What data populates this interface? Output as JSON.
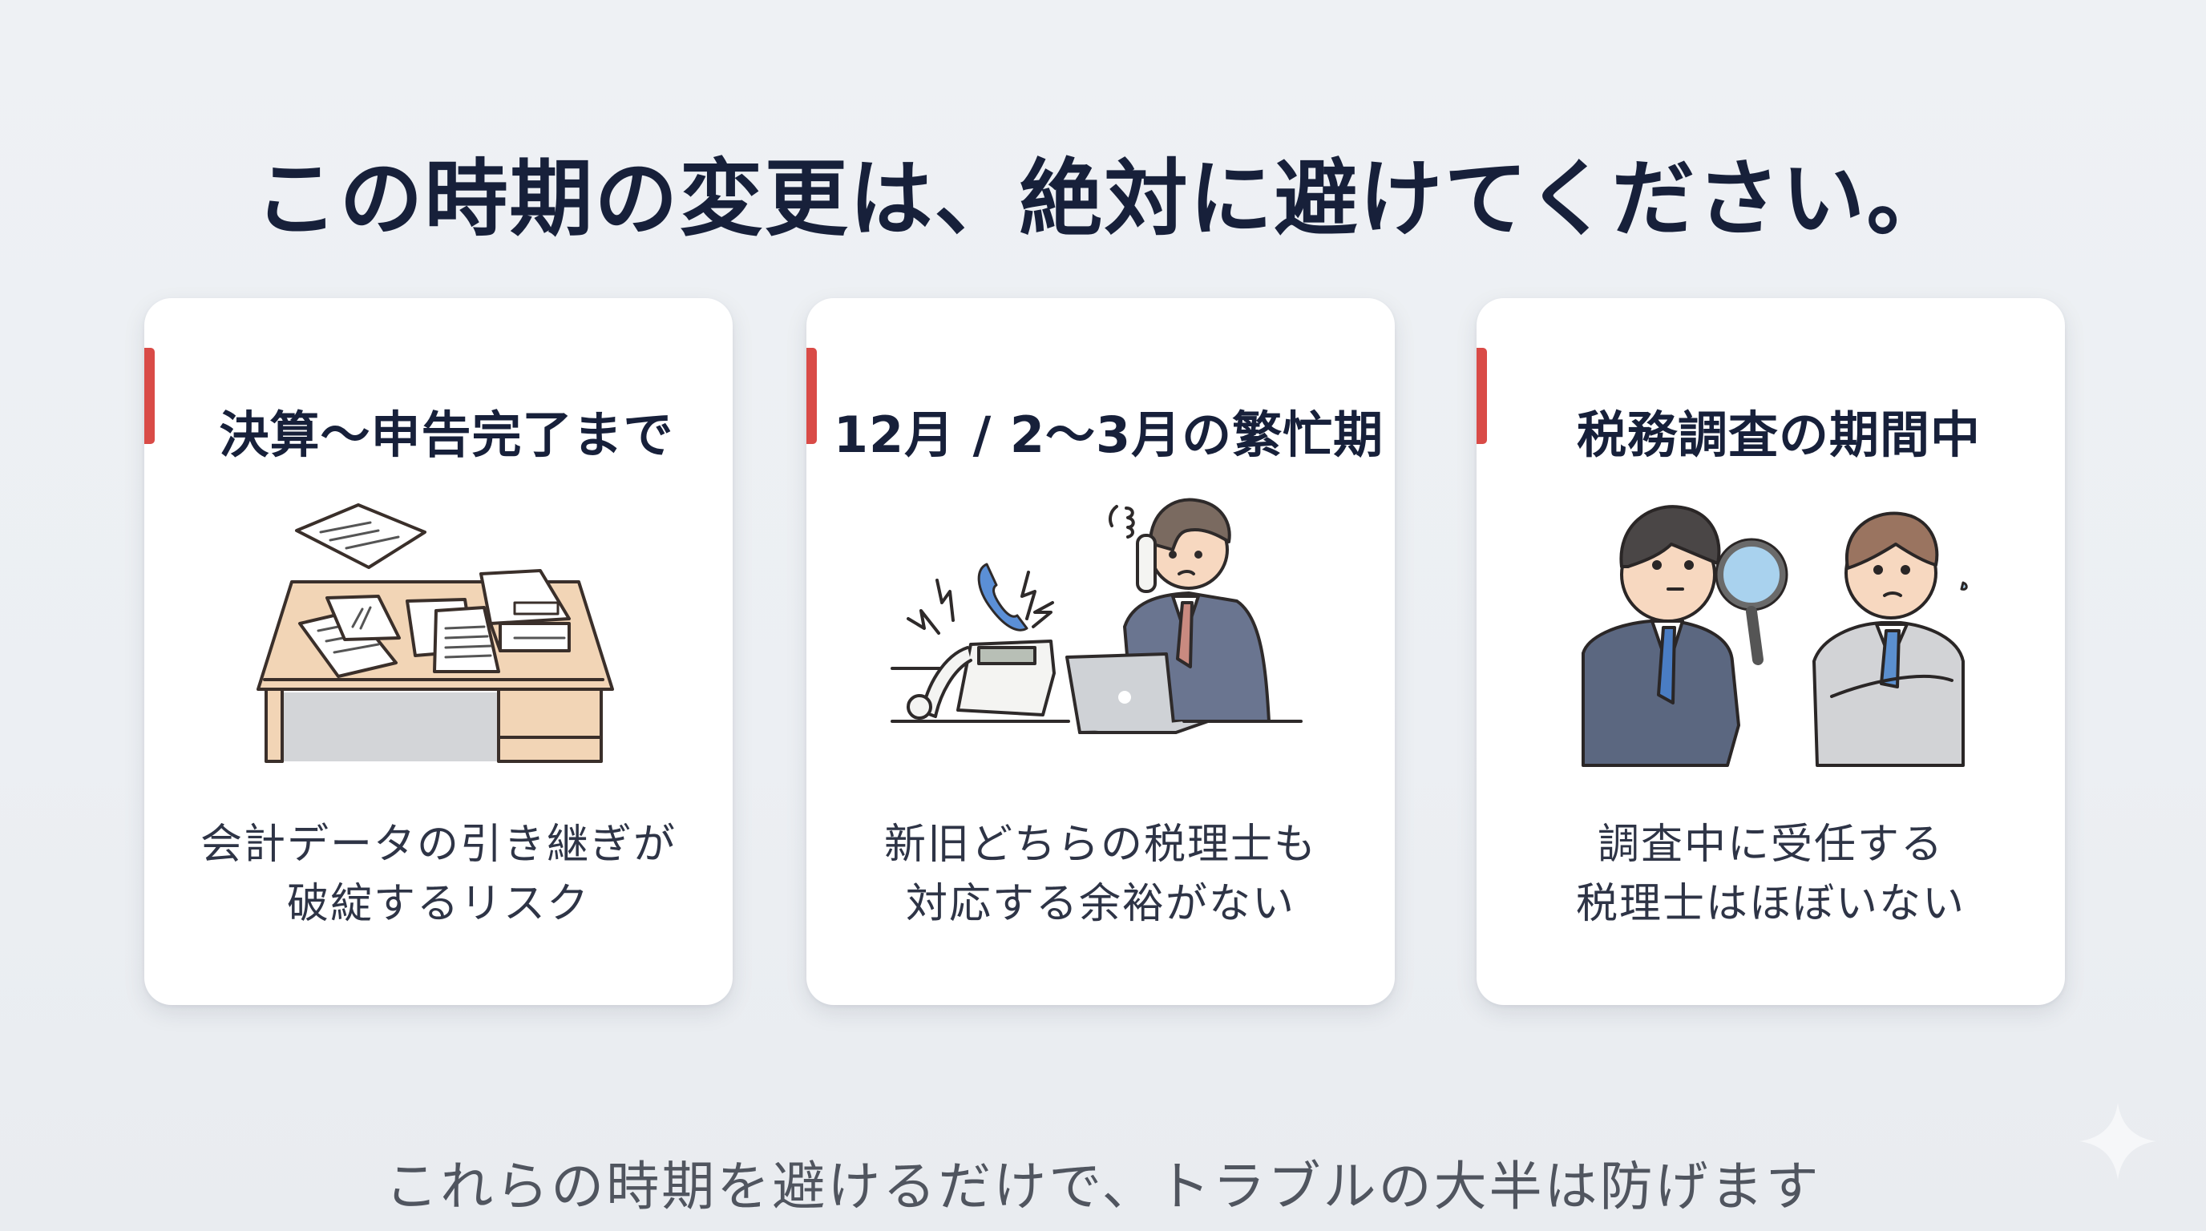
{
  "header": {
    "title": "この時期の変更は、絶対に避けてください。"
  },
  "cards": [
    {
      "title": "決算〜申告完了まで",
      "illustration": "desk-with-scattered-documents",
      "description": [
        "会計データの引き継ぎが",
        "破綻するリスク"
      ]
    },
    {
      "title": "12月 / 2〜3月の繁忙期",
      "illustration": "busy-businessman-on-phone-with-laptop",
      "description": [
        "新旧どちらの税理士も",
        "対応する余裕がない"
      ]
    },
    {
      "title": "税務調査の期間中",
      "illustration": "inspector-with-magnifier-and-worried-man",
      "description": [
        "調査中に受任する",
        "税理士はほぼいない"
      ]
    }
  ],
  "footer": {
    "note": "これらの時期を避けるだけで、トラブルの大半は防げます"
  },
  "colors": {
    "title": "#17203a",
    "accent": "#d94b47",
    "card_bg": "#ffffff",
    "page_bg": "#eef1f4",
    "body_text": "#2e3446",
    "footer_text": "#50555f"
  },
  "icons": {
    "corner": "sparkle-icon"
  }
}
